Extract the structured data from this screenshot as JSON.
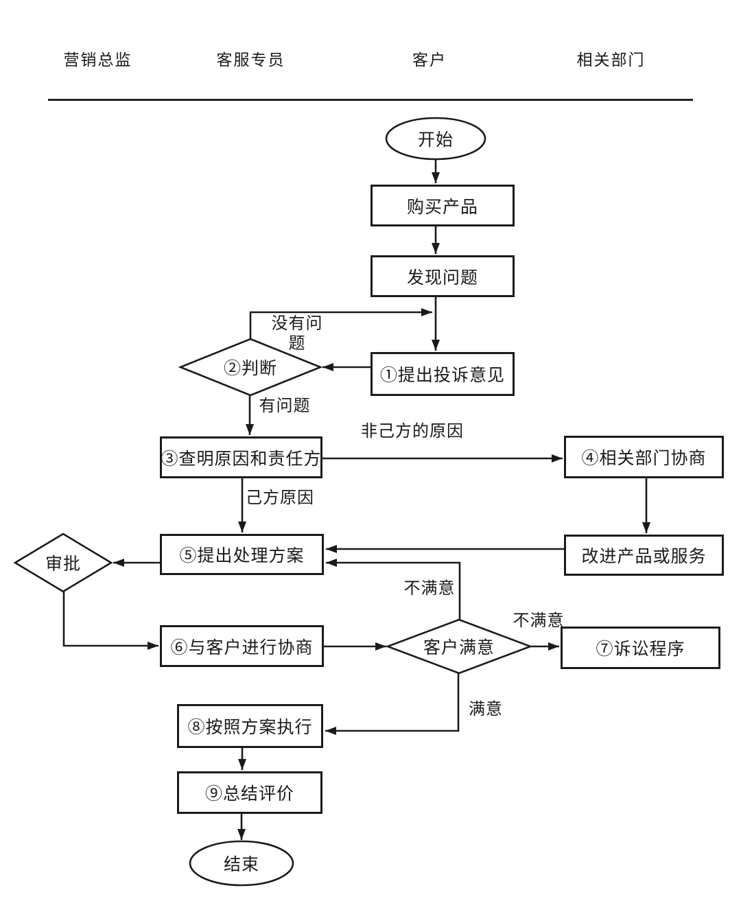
{
  "header": {
    "lanes": [
      "营销总监",
      "客服专员",
      "客户",
      "相关部门"
    ]
  },
  "nodes": {
    "start": "开始",
    "buy_product": "购买产品",
    "find_problem": "发现问题",
    "submit_complaint": "①提出投诉意见",
    "judge": "②判断",
    "investigate_cause": "③查明原因和责任方",
    "dept_negotiate": "④相关部门协商",
    "propose_solution": "⑤提出处理方案",
    "improve_product": "改进产品或服务",
    "approval": "审批",
    "negotiate_customer": "⑥与客户进行协商",
    "customer_satisfied": "客户满意",
    "lawsuit": "⑦诉讼程序",
    "execute_plan": "⑧按照方案执行",
    "summary_review": "⑨总结评价",
    "end": "结束"
  },
  "labels": {
    "no_problem_lines": [
      "没有问",
      "题"
    ],
    "has_problem": "有问题",
    "not_own_cause": "非己方的原因",
    "own_cause": "己方原因",
    "unsatisfied_to_propose": "不满意",
    "unsatisfied_to_lawsuit": "不满意",
    "satisfied": "满意"
  },
  "colors": {
    "stroke": "#1a1a1a",
    "background": "#ffffff"
  }
}
